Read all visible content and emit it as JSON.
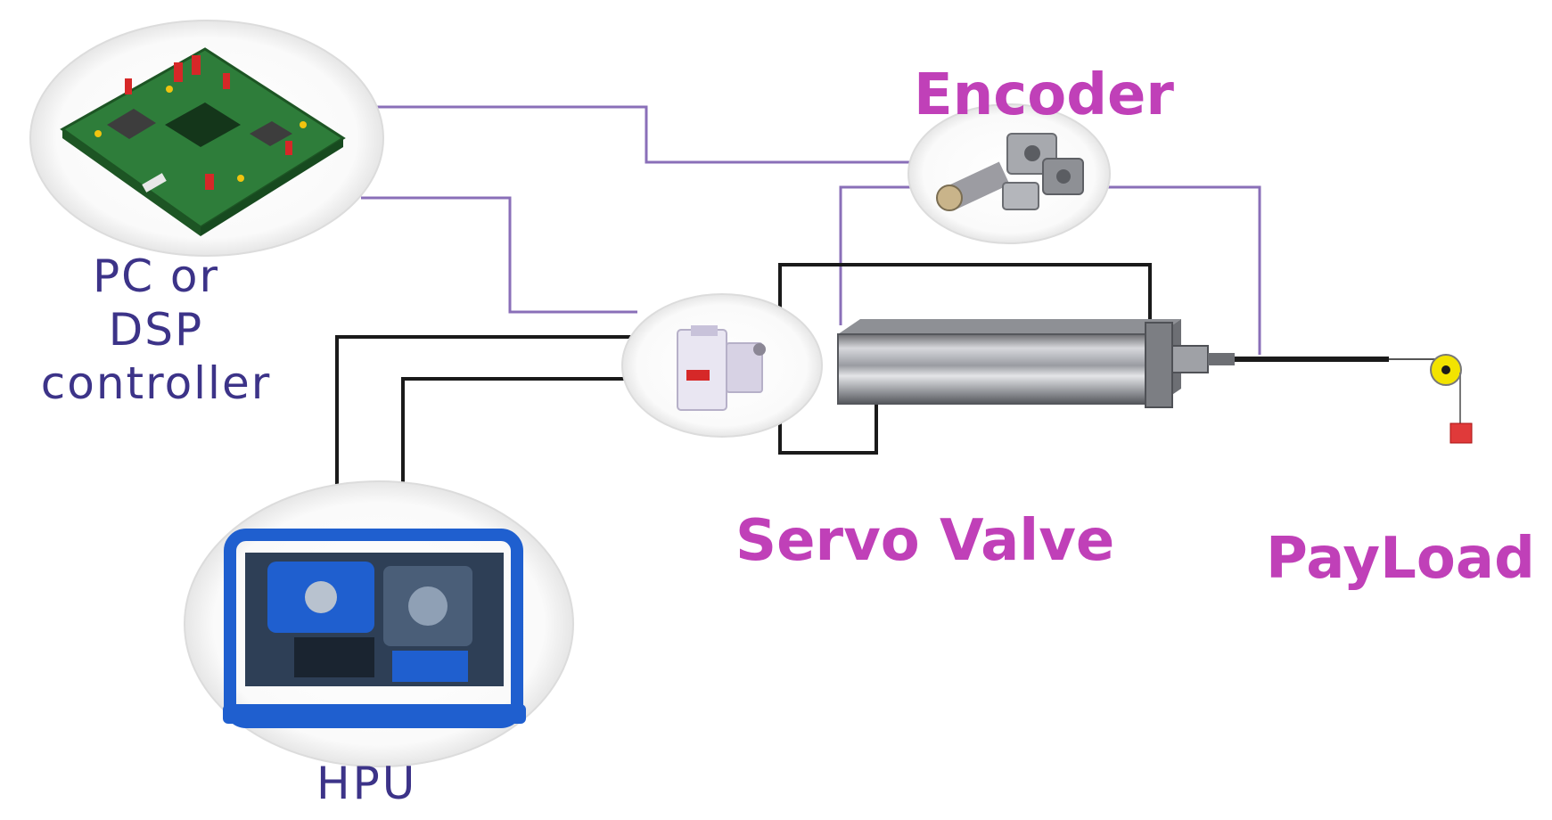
{
  "labels": {
    "controller_line1": "PC or",
    "controller_line2": "DSP",
    "controller_line3": "controller",
    "encoder": "Encoder",
    "servo_valve": "Servo Valve",
    "payload": "PayLoad",
    "hpu": "HPU"
  },
  "colors": {
    "signal_line": "#8a6fb8",
    "hydraulic_line": "#1a1a1a",
    "label_magenta": "#c040b8",
    "label_navy": "#3c3388",
    "hpu_blue": "#1f5fcf",
    "pcb_green": "#2e7d3a"
  },
  "icons": {
    "controller": "circuit-board-icon",
    "encoder": "encoder-icon",
    "servo_valve": "servo-valve-icon",
    "cylinder": "hydraulic-cylinder-icon",
    "hpu": "hydraulic-power-unit-icon",
    "payload": "payload-pulley-icon"
  }
}
